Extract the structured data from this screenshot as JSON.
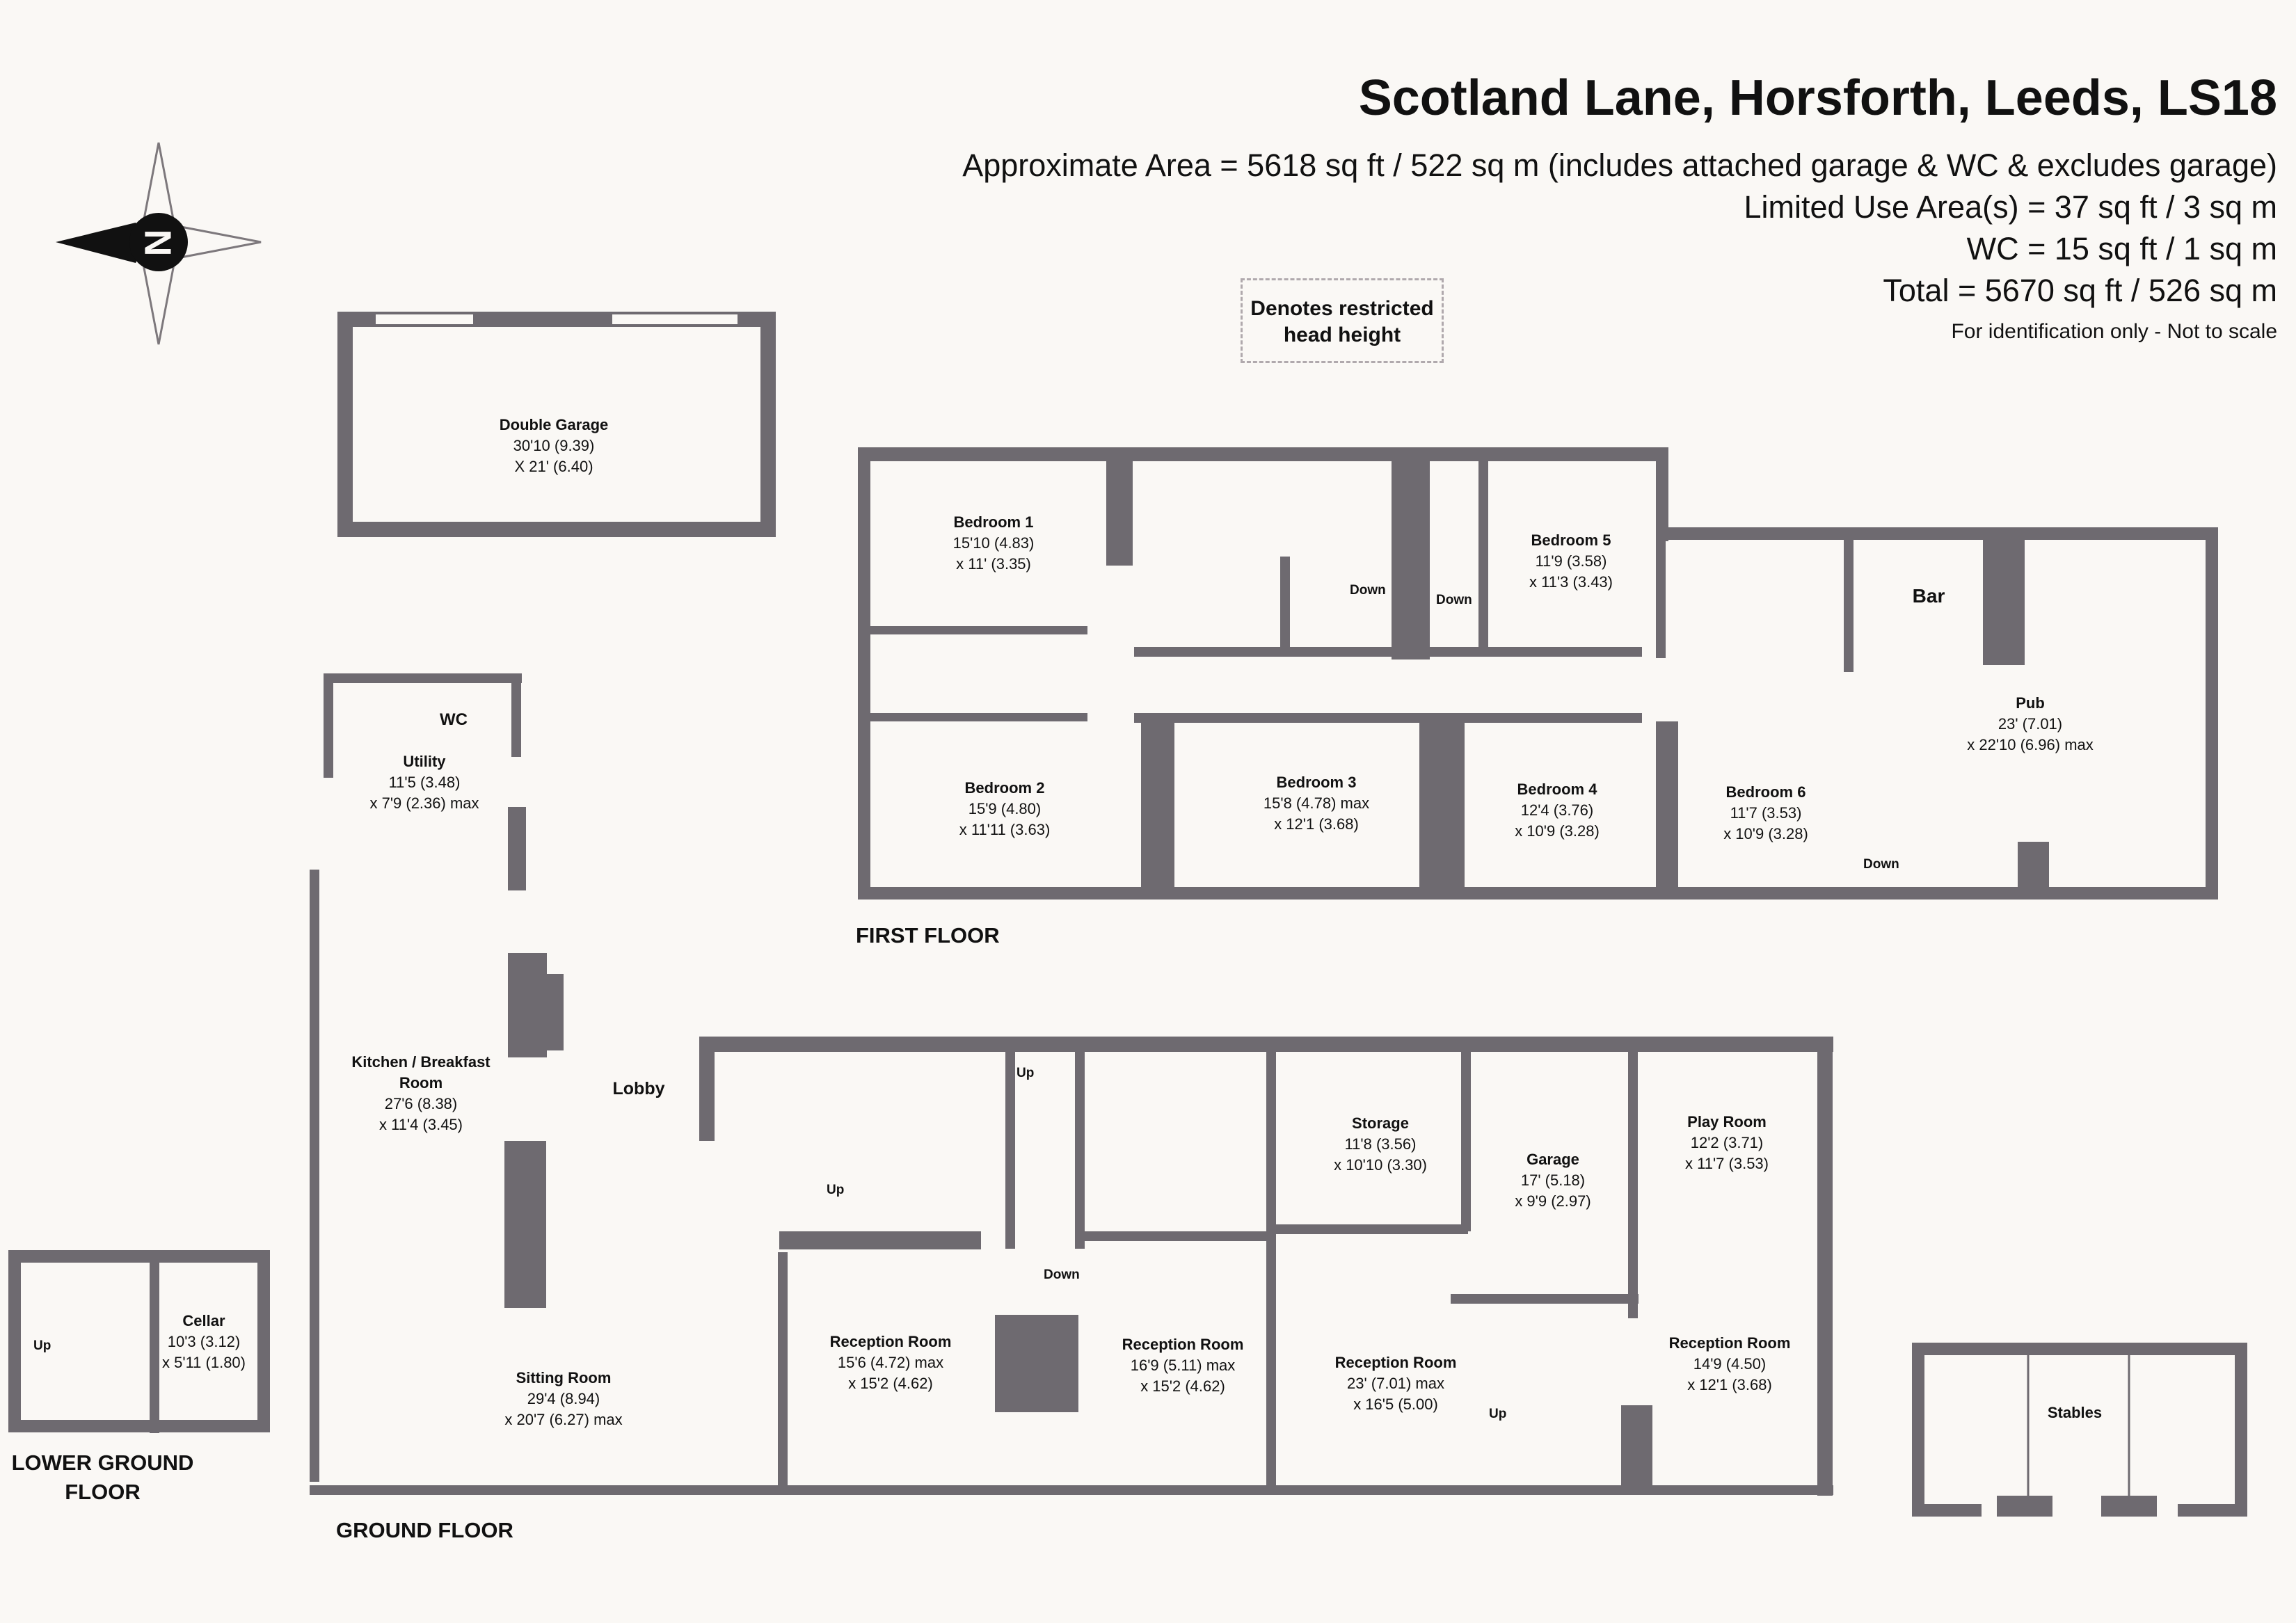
{
  "header": {
    "title": "Scotland Lane, Horsforth, Leeds, LS18",
    "area_lines": [
      "Approximate Area = 5618 sq ft / 522 sq m (includes attached garage & WC & excludes garage)",
      "Limited Use Area(s) = 37 sq ft / 3 sq m",
      "WC = 15 sq ft / 1 sq m",
      "Total = 5670 sq ft / 526 sq m"
    ],
    "disclaimer": "For identification only - Not to scale"
  },
  "legend": {
    "restricted_label": "Denotes restricted head height"
  },
  "compass": {
    "letter": "N",
    "icon": "compass-icon"
  },
  "floor_labels": {
    "first": "FIRST FLOOR",
    "ground": "GROUND FLOOR",
    "lower": "LOWER GROUND FLOOR"
  },
  "rooms": {
    "double_garage": {
      "name": "Double Garage",
      "dims": [
        "30'10 (9.39)",
        "X 21' (6.40)"
      ]
    },
    "bedroom1": {
      "name": "Bedroom 1",
      "dims": [
        "15'10 (4.83)",
        "x 11' (3.35)"
      ]
    },
    "bedroom5": {
      "name": "Bedroom 5",
      "dims": [
        "11'9 (3.58)",
        "x 11'3 (3.43)"
      ]
    },
    "bedroom2": {
      "name": "Bedroom 2",
      "dims": [
        "15'9 (4.80)",
        "x 11'11 (3.63)"
      ]
    },
    "bedroom3": {
      "name": "Bedroom 3",
      "dims": [
        "15'8 (4.78) max",
        "x 12'1 (3.68)"
      ]
    },
    "bedroom4": {
      "name": "Bedroom 4",
      "dims": [
        "12'4 (3.76)",
        "x 10'9 (3.28)"
      ]
    },
    "bedroom6": {
      "name": "Bedroom 6",
      "dims": [
        "11'7 (3.53)",
        "x 10'9 (3.28)"
      ]
    },
    "bar": {
      "name": "Bar"
    },
    "pub": {
      "name": "Pub",
      "dims": [
        "23' (7.01)",
        "x 22'10 (6.96) max"
      ]
    },
    "wc": {
      "name": "WC"
    },
    "utility": {
      "name": "Utility",
      "dims": [
        "11'5 (3.48)",
        "x 7'9 (2.36) max"
      ]
    },
    "kitchen": {
      "name": "Kitchen / Breakfast Room",
      "dims": [
        "27'6 (8.38)",
        "x 11'4 (3.45)"
      ]
    },
    "lobby": {
      "name": "Lobby"
    },
    "sitting": {
      "name": "Sitting Room",
      "dims": [
        "29'4 (8.94)",
        "x 20'7 (6.27) max"
      ]
    },
    "reception1": {
      "name": "Reception Room",
      "dims": [
        "15'6 (4.72) max",
        "x 15'2 (4.62)"
      ]
    },
    "reception2": {
      "name": "Reception Room",
      "dims": [
        "16'9 (5.11) max",
        "x 15'2 (4.62)"
      ]
    },
    "reception3": {
      "name": "Reception Room",
      "dims": [
        "23' (7.01) max",
        "x 16'5 (5.00)"
      ]
    },
    "reception4": {
      "name": "Reception Room",
      "dims": [
        "14'9 (4.50)",
        "x 12'1 (3.68)"
      ]
    },
    "storage": {
      "name": "Storage",
      "dims": [
        "11'8 (3.56)",
        "x 10'10 (3.30)"
      ]
    },
    "garage": {
      "name": "Garage",
      "dims": [
        "17' (5.18)",
        "x 9'9 (2.97)"
      ]
    },
    "playroom": {
      "name": "Play Room",
      "dims": [
        "12'2 (3.71)",
        "x 11'7 (3.53)"
      ]
    },
    "cellar": {
      "name": "Cellar",
      "dims": [
        "10'3 (3.12)",
        "x 5'11 (1.80)"
      ]
    },
    "stables": {
      "name": "Stables"
    }
  },
  "stair_labels": {
    "down_a": "Down",
    "down_b": "Down",
    "down_pub": "Down",
    "up_a": "Up",
    "up_b": "Up",
    "down_c": "Down",
    "up_c": "Up",
    "up_cellar": "Up"
  }
}
